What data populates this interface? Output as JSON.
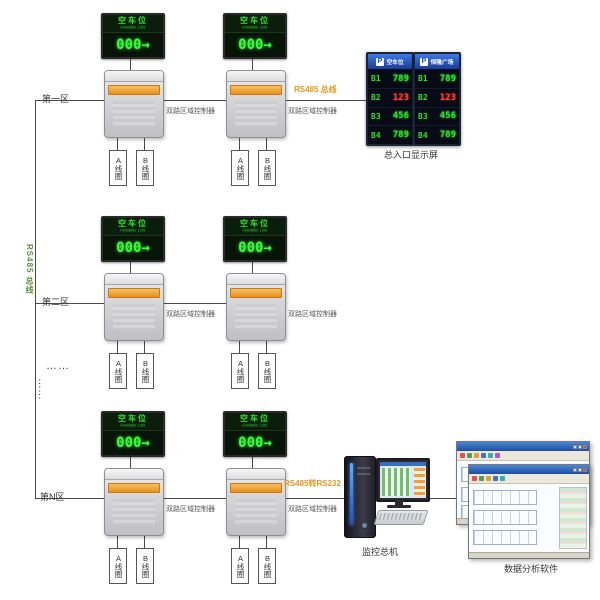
{
  "bus": {
    "vertical_label": "RS485 总线"
  },
  "zones": [
    {
      "name": "第一区"
    },
    {
      "name": "第二区"
    },
    {
      "name": "第N区"
    }
  ],
  "ellipsis": "……",
  "sign": {
    "title": "空车位",
    "subtitle": "Available Lots",
    "digits": "000→"
  },
  "controller": {
    "label": "双路区域控制器"
  },
  "coil": {
    "a": "A线圈",
    "b": "B线圈"
  },
  "entrance": {
    "caption": "总入口显示屏",
    "link_label": "RS485 总线",
    "logo": "P",
    "panels": [
      {
        "header": "空车位",
        "rows": [
          {
            "label": "B1",
            "value": "789",
            "color": "green"
          },
          {
            "label": "B2",
            "value": "123",
            "color": "red"
          },
          {
            "label": "B3",
            "value": "456",
            "color": "green"
          },
          {
            "label": "B4",
            "value": "789",
            "color": "green"
          }
        ]
      },
      {
        "header": "恒隆广场",
        "rows": [
          {
            "label": "B1",
            "value": "789",
            "color": "green"
          },
          {
            "label": "B2",
            "value": "123",
            "color": "red"
          },
          {
            "label": "B3",
            "value": "456",
            "color": "green"
          },
          {
            "label": "B4",
            "value": "789",
            "color": "green"
          }
        ]
      }
    ]
  },
  "monitor_station": {
    "caption": "监控总机",
    "link_label": "RS485转RS232"
  },
  "software": {
    "caption": "数据分析软件"
  },
  "colors": {
    "led_green": "#2ee62e",
    "led_red": "#ff4030",
    "link_label": "#e89820",
    "controller_band": "#f0a030",
    "header_blue": "#2a5ac8",
    "line": "#4a4a4a"
  }
}
